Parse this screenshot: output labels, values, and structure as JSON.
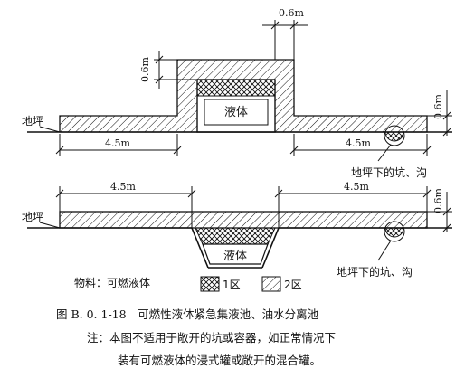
{
  "dims": {
    "top_width": "0.6m",
    "top_height": "0.6m",
    "right_height_upper": "0.6m",
    "left_span_upper": "4.5m",
    "right_span_upper": "4.5m",
    "left_span_lower": "4.5m",
    "right_span_lower": "4.5m",
    "right_height_lower": "0.6m"
  },
  "labels": {
    "ground_upper": "地坪",
    "ground_lower": "地坪",
    "liquid_upper": "液体",
    "liquid_lower": "液体",
    "pit_upper": "地坪下的坑、沟",
    "pit_lower": "地坪下的坑、沟"
  },
  "legend": {
    "material": "物料：可燃液体",
    "zone1": "1区",
    "zone2": "2区"
  },
  "caption": {
    "title": "图 B. 0. 1-18　可燃性液体紧急集液池、油水分离池",
    "note_line1": "注：本图不适用于敞开的坑或容器，如正常情况下",
    "note_line2": "装有可燃液体的浸式罐或敞开的混合罐。"
  }
}
